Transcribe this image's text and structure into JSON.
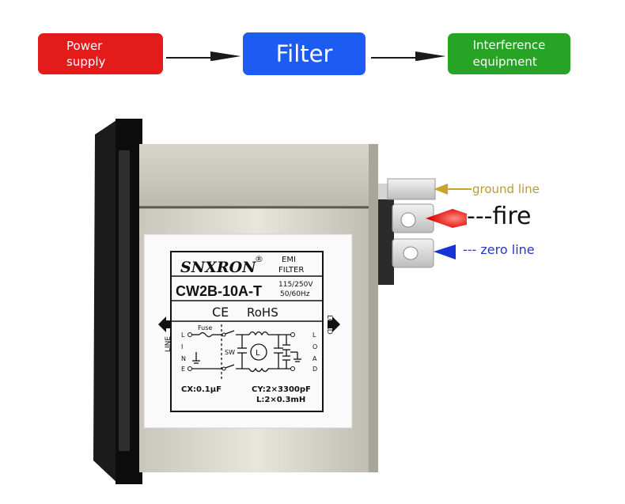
{
  "flow": {
    "power_supply": "Power\nsupply",
    "filter": "Filter",
    "interference": "Interference\nequipment",
    "colors": {
      "power": "#e31b1b",
      "filter": "#1d5cf3",
      "interference": "#27a326"
    }
  },
  "label": {
    "brand": "SNXRON",
    "registered": "®",
    "emi_line1": "EMI",
    "emi_line2": "FILTER",
    "model": "CW2B-10A-T",
    "voltage": "115/250V",
    "frequency": "50/60Hz",
    "ce": "CE",
    "rohs": "RoHS",
    "line": "LINE",
    "load": "LOAD",
    "fuse": "Fuse",
    "sw": "SW",
    "l_choke": "L",
    "left_terminals": [
      "L",
      "I",
      "N",
      "E"
    ],
    "right_terminals": [
      "L",
      "O",
      "A",
      "D"
    ],
    "cx": "CX:0.1μF",
    "cy": "CY:2×3300pF",
    "inductance": "L:2×0.3mH"
  },
  "callouts": {
    "ground": "ground line",
    "fire": "---fire",
    "zero": "--- zero line"
  }
}
